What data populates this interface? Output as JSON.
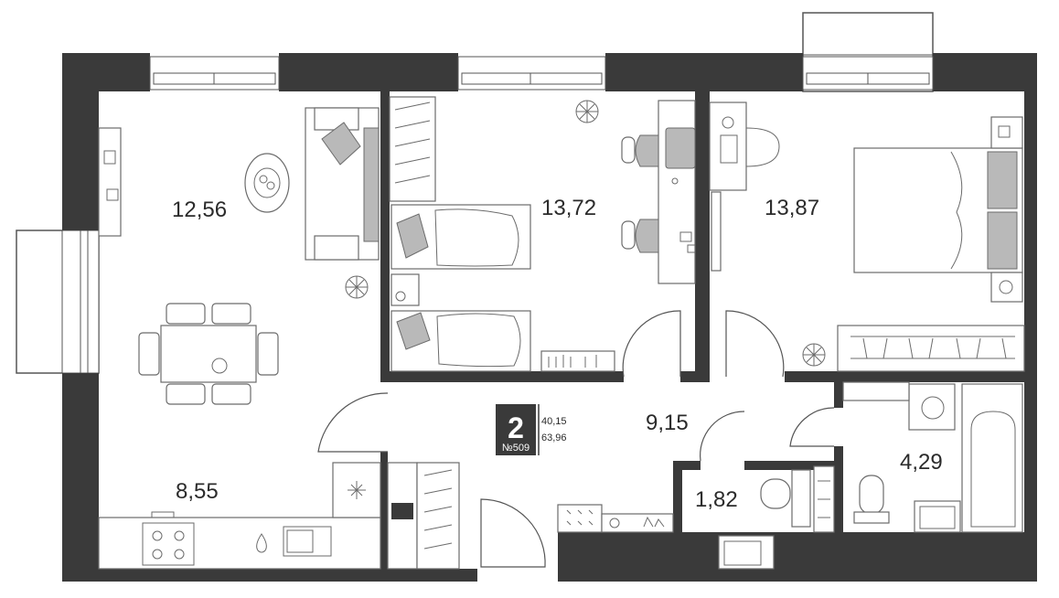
{
  "plan": {
    "apartment": {
      "rooms_count": "2",
      "number": "№509",
      "living_area": "40,15",
      "total_area": "63,96"
    },
    "rooms": [
      {
        "id": "living-room",
        "area": "12,56"
      },
      {
        "id": "children-room",
        "area": "13,72"
      },
      {
        "id": "bedroom",
        "area": "13,87"
      },
      {
        "id": "hallway",
        "area": "9,15"
      },
      {
        "id": "bathroom",
        "area": "4,29"
      },
      {
        "id": "toilet",
        "area": "1,82"
      },
      {
        "id": "kitchen",
        "area": "8,55"
      }
    ],
    "colors": {
      "wall": "#3a3a3a",
      "furniture_stroke": "#6b6b6b",
      "furniture_fill": "#b9b9b9",
      "badge": "#3a3a3a"
    }
  }
}
